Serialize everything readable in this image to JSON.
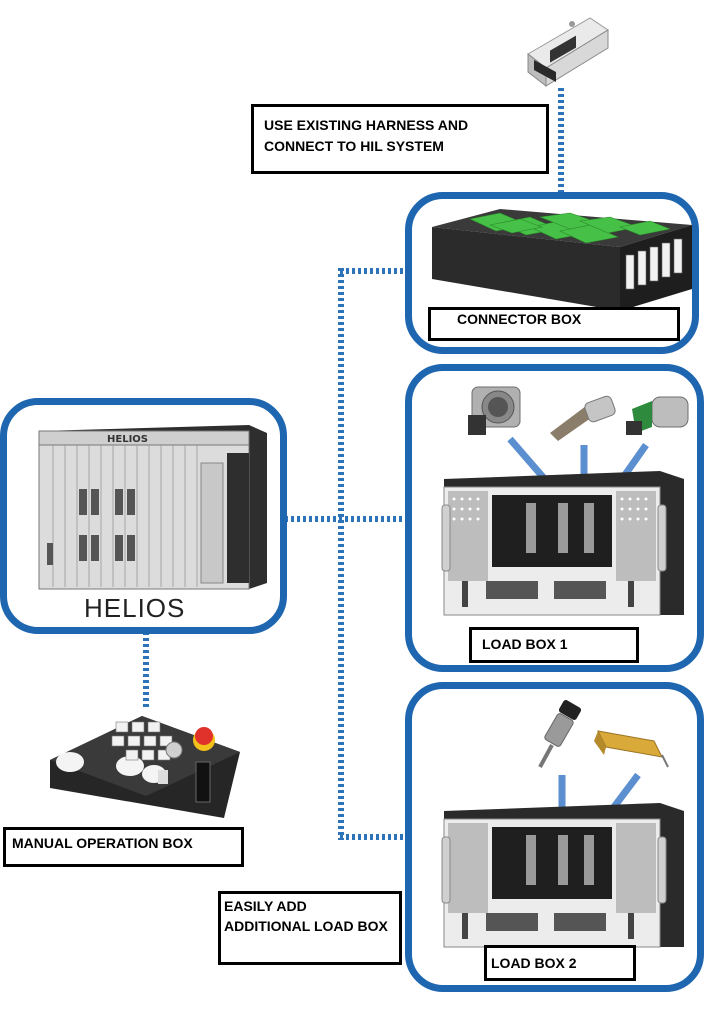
{
  "labels": {
    "harness": [
      "USE EXISTING HARNESS AND",
      "CONNECT TO HIL SYSTEM"
    ],
    "connector_box": "CONNECTOR BOX",
    "load_box_1": "LOAD BOX 1",
    "load_box_2": "LOAD BOX 2",
    "manual_operation_box": "MANUAL OPERATION BOX",
    "add_load_box": [
      "EASILY ADD",
      "ADDITIONAL LOAD BOX"
    ]
  },
  "helios_brand": "HELIOS",
  "helios_chassis_badge": "HELIOS",
  "colors": {
    "panel_border": "#1f66b0",
    "connector_line": "#2d73b9",
    "arrow": "#5b8fd0",
    "connector_green": "#46c046",
    "estop_red": "#e0312b"
  },
  "icons": [
    "ecu-icon",
    "connector-box-icon",
    "helios-rack-icon",
    "load-box-icon",
    "throttle-body-icon",
    "solenoid-valve-icon",
    "fuel-injector-icon",
    "resistor-icon",
    "manual-operation-box-icon"
  ]
}
